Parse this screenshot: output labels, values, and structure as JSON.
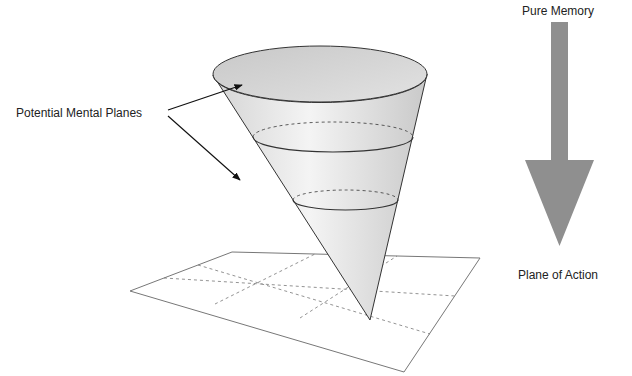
{
  "diagram": {
    "labels": [
      "Pure Memory",
      "Potential Mental Planes",
      "Plane of Action"
    ]
  }
}
